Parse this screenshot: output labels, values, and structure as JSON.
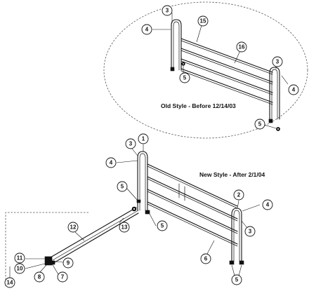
{
  "captions": {
    "old_style": "Old Style - Before 12/14/03",
    "new_style": "New Style - After 2/1/04"
  },
  "callouts": {
    "old_top_left_3": "3",
    "old_top_left_4": "4",
    "old_15": "15",
    "old_16": "16",
    "old_5_left": "5",
    "old_right_3": "3",
    "old_right_4": "4",
    "old_5_right": "5",
    "new_1": "1",
    "new_3_left": "3",
    "new_4_left": "4",
    "new_5_left": "5",
    "new_5_mid": "5",
    "new_2": "2",
    "new_4_right": "4",
    "new_3_right": "3",
    "new_6": "6",
    "new_5_bottom": "5",
    "arm_12": "12",
    "arm_13": "13",
    "arm_11": "11",
    "arm_10": "10",
    "arm_9": "9",
    "arm_8": "8",
    "arm_7": "7",
    "arm_14": "14"
  }
}
